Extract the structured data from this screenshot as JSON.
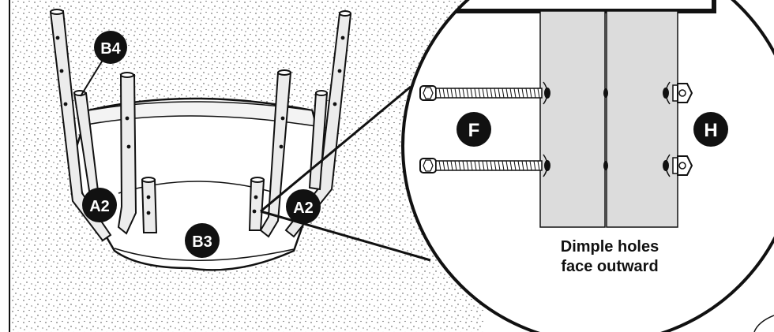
{
  "callouts": {
    "b4": "B4",
    "a2_left": "A2",
    "a2_right": "A2",
    "b3": "B3",
    "f": "F",
    "h": "H"
  },
  "caption": {
    "line1": "Dimple holes",
    "line2": "face outward"
  },
  "colors": {
    "ink": "#111111",
    "paper": "#ffffff",
    "tube": "#ececec",
    "plate": "#dcdcdc"
  }
}
